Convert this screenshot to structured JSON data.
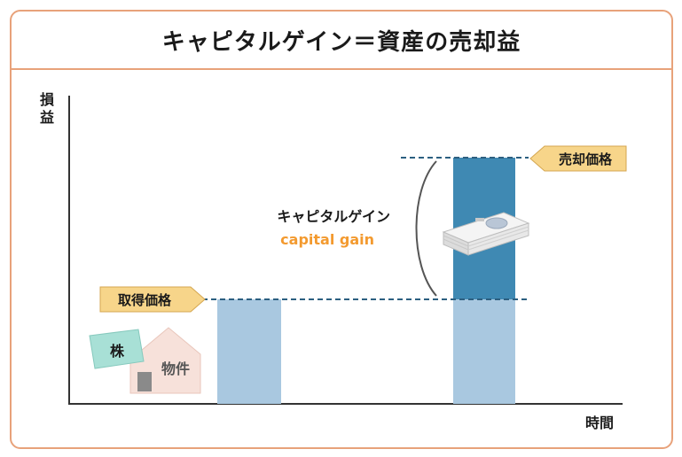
{
  "title": "キャピタルゲイン＝資産の売却益",
  "axes": {
    "y_label": "損益",
    "x_label": "時間"
  },
  "labels": {
    "purchase_price": "取得価格",
    "sale_price": "売却価格",
    "gain_jp": "キャピタルゲイン",
    "gain_en": "capital gain",
    "stock": "株",
    "property": "物件"
  },
  "colors": {
    "frame": "#e8a27a",
    "tag_fill": "#f7d58a",
    "bar_light": "#a9c8e0",
    "bar_dark": "#3f89b3",
    "dashed": "#2c5f80",
    "gain_orange": "#f39a2f"
  },
  "icons": [
    "banknote-stack-icon",
    "house-icon",
    "stock-card-icon"
  ]
}
